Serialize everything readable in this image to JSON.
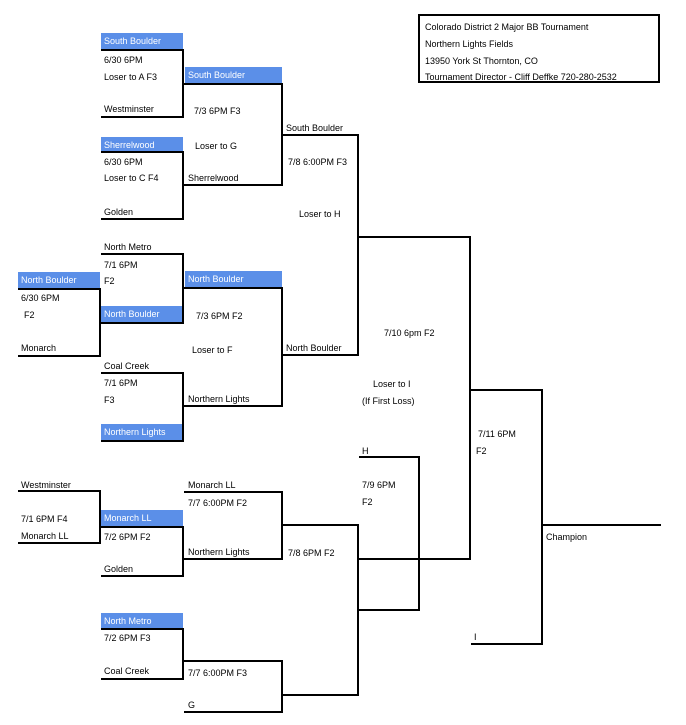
{
  "info": {
    "line1": "Colorado District 2 Major BB Tournament",
    "line2": "Northern Lights Fields",
    "line3": "13950 York St  Thornton, CO",
    "line4": "Tournament Director - Cliff Deffke 720-280-2532"
  },
  "gameA": {
    "team_top": "South Boulder",
    "info1": "6/30        6PM",
    "info2": "Loser to A    F3",
    "team_bottom": "Westminster"
  },
  "gameB": {
    "team_top": "Sherrelwood",
    "info1": "6/30        6PM",
    "info2": "Loser to C     F4",
    "team_bottom": "Golden"
  },
  "gameC": {
    "team_top": "North Metro",
    "info1": "7/1        6PM",
    "info2": "F2",
    "team_bottom": "North Boulder"
  },
  "gameD": {
    "team_top": "North Boulder",
    "info1": "6/30        6PM",
    "info2": "F2",
    "team_bottom": "Monarch"
  },
  "gameE": {
    "team_top": "Coal Creek",
    "info1": "7/1        6PM",
    "info2": "F3",
    "team_bottom": "Northern Lights"
  },
  "gameF": {
    "team_top": "Westminster",
    "info1": "7/1       6PM    F4",
    "team_bottom": "Monarch LL"
  },
  "gameG": {
    "team_top": "Monarch LL",
    "info1": "7/2     6PM      F2",
    "team_bottom": "Golden"
  },
  "gameH": {
    "team_top": "North Metro",
    "info1": "7/2     6PM     F3",
    "team_bottom": "Coal Creek"
  },
  "round2": {
    "g1_top": "South Boulder",
    "g1_info": "7/3    6PM   F3",
    "g1_note": "Loser to G",
    "g1_bottom": "Sherrelwood",
    "g2_top": "North Boulder",
    "g2_info": "7/3    6PM      F2",
    "g2_note": "Loser to F",
    "g2_bottom": "Northern Lights",
    "g3_top": "Monarch LL",
    "g3_info": "7/7   6:00PM   F2",
    "g3_bottom": "Northern Lights",
    "g4_info": "7/7   6:00PM        F3",
    "g4_bottom": "G"
  },
  "round3": {
    "s1_top": "South Boulder",
    "s1_info": "7/8 6:00PM F3",
    "s1_note": "Loser to H",
    "s1_bottom": "North Boulder",
    "s2_info": "7/8 6PM F2"
  },
  "semis": {
    "info": "7/10    6pm     F2",
    "note1": "Loser to I",
    "note2": "(If First Loss)",
    "h_label": "H",
    "h_info1": "7/9   6PM",
    "h_info2": "F2"
  },
  "final": {
    "info1": "7/11   6PM",
    "info2": "F2",
    "i_label": "I",
    "champion": "Champion"
  },
  "colors": {
    "highlight": "#5b8fe8",
    "line": "#000000"
  }
}
